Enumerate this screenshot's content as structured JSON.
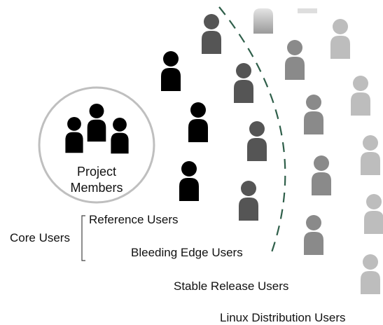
{
  "group": {
    "line1": "Project",
    "line2": "Members"
  },
  "labels": {
    "reference_users": "Reference Users",
    "core_users": "Core Users",
    "bleeding_edge_users": "Bleeding Edge Users",
    "stable_release_users": "Stable Release Users",
    "linux_distribution_users": "Linux Distribution Users"
  },
  "colors": {
    "project_members": "#000000",
    "tier_black": "#000000",
    "tier_dark_gray": "#555555",
    "tier_mid_gray": "#8a8a8a",
    "tier_light_gray": "#bdbdbd",
    "boundary_dash": "#2f5f4a",
    "circle_outline": "#bfbfbf"
  },
  "legend_icons": "person-icon"
}
